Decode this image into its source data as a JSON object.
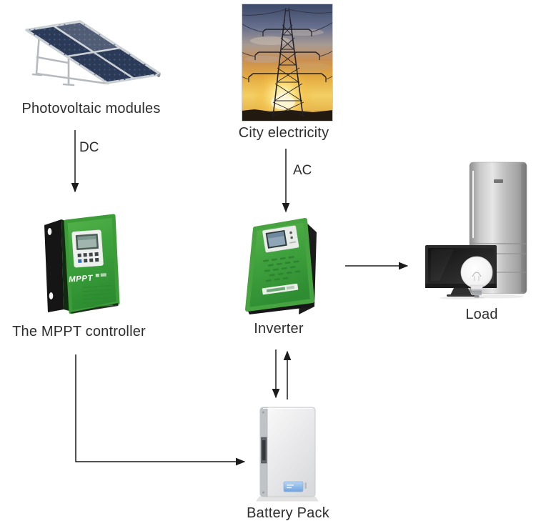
{
  "diagram": {
    "nodes": {
      "pv_modules": {
        "label": "Photovoltaic modules",
        "image": "solar-panel-illustration"
      },
      "city_electricity": {
        "label": "City electricity",
        "image": "power-tower-sunset-photo"
      },
      "mppt_controller": {
        "label": "The MPPT controller",
        "image": "green-mppt-controller-photo"
      },
      "inverter": {
        "label": "Inverter",
        "image": "green-inverter-photo"
      },
      "load": {
        "label": "Load",
        "image": "fridge-tv-bulb-photo"
      },
      "battery_pack": {
        "label": "Battery Pack",
        "image": "wall-battery-photo"
      }
    },
    "edges": [
      {
        "from": "pv_modules",
        "to": "mppt_controller",
        "label": "DC",
        "style": "down-arrow"
      },
      {
        "from": "city_electricity",
        "to": "inverter",
        "label": "AC",
        "style": "down-arrow"
      },
      {
        "from": "inverter",
        "to": "load",
        "label": "",
        "style": "right-arrow"
      },
      {
        "from": "inverter",
        "to": "battery_pack",
        "label": "",
        "style": "double-vertical-arrow"
      },
      {
        "from": "mppt_controller",
        "to": "battery_pack",
        "label": "",
        "style": "elbow-arrow"
      }
    ],
    "colors": {
      "background": "#ffffff",
      "text": "#2d2d2d",
      "arrow": "#1c1c1c",
      "device_green": "#3fa43c",
      "pv_cell_blue": "#2b3a57",
      "battery_lcd_blue": "#7db4e6",
      "sunset_orange": "#e3a93f"
    }
  }
}
